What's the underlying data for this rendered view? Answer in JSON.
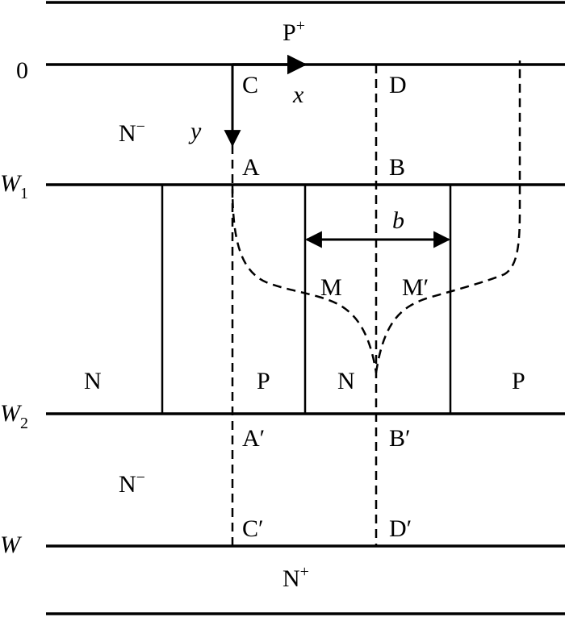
{
  "layers": {
    "top_region": "P",
    "top_region_sup": "+",
    "upper_drift": "N",
    "upper_drift_sup": "−",
    "lower_drift": "N",
    "lower_drift_sup": "−",
    "bottom_region": "N",
    "bottom_region_sup": "+"
  },
  "depth_labels": {
    "zero": "0",
    "w1": "W",
    "w1_sub": "1",
    "w2": "W",
    "w2_sub": "2",
    "w": "W"
  },
  "axes": {
    "x": "x",
    "y": "y"
  },
  "points": {
    "C": "C",
    "D": "D",
    "A": "A",
    "B": "B",
    "M": "M",
    "M_prime": "M′",
    "A_prime": "A′",
    "B_prime": "B′",
    "C_prime": "C′",
    "D_prime": "D′"
  },
  "columns": [
    "N",
    "P",
    "N",
    "P"
  ],
  "width_label": "b"
}
